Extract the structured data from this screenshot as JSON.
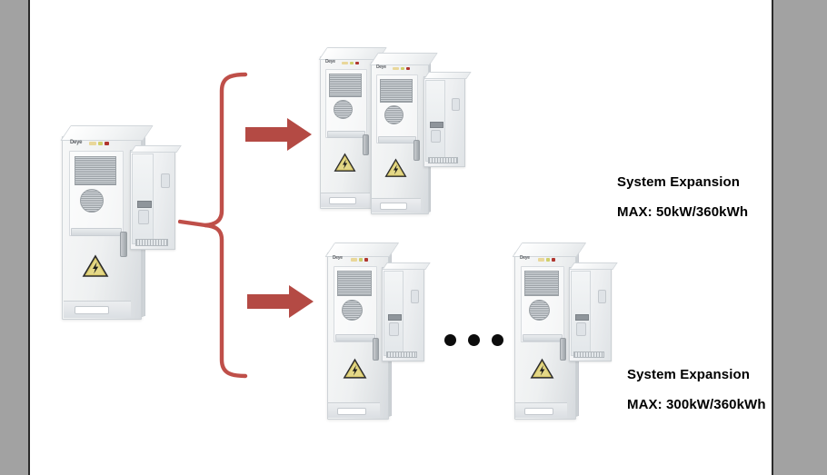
{
  "page": {
    "background": "#ffffff",
    "edge_band_color": "#a2a2a2",
    "accent_red": "#b8474140",
    "arrow_color": "#b44a44",
    "brace_color": "#bf4f49"
  },
  "brand": {
    "wordmark": "Deye"
  },
  "icons": {
    "hazard": "electrical-hazard-triangle-icon",
    "brace": "red-curly-brace-icon",
    "arrow": "red-right-arrow-icon",
    "ellipsis": "ellipsis-dots-icon"
  },
  "base_unit": {
    "name": "Deye energy storage cabinet",
    "wordmark": "Deye"
  },
  "groups": [
    {
      "id": "expansion-50kw",
      "cabinet_count": 2,
      "caption": {
        "title": "System Expansion",
        "spec": "MAX: 50kW/360kWh"
      }
    },
    {
      "id": "expansion-300kw",
      "cabinet_count": 2,
      "ellipsis": "•••",
      "caption": {
        "title": "System Expansion",
        "spec": "MAX:  300kW/360kWh"
      }
    }
  ]
}
